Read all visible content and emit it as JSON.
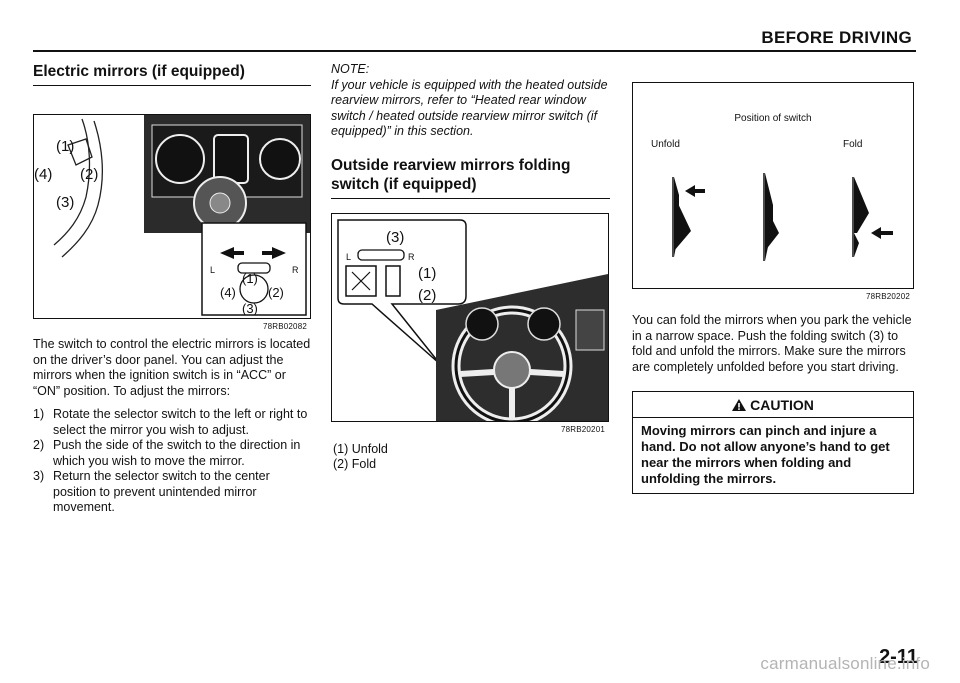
{
  "header": {
    "title": "BEFORE DRIVING"
  },
  "section1": {
    "title": "Electric mirrors (if equipped)",
    "figure": {
      "code": "78RB02082",
      "labels": [
        "(1)",
        "(2)",
        "(3)",
        "(4)"
      ],
      "switch_left": "L",
      "switch_right": "R"
    },
    "body": "The switch to control the electric mirrors is located on the driver’s door panel. You can adjust the mirrors when the ignition switch is in “ACC” or “ON” position. To adjust the mirrors:",
    "steps": [
      {
        "num": "1)",
        "text": "Rotate the selector switch to the left or right to select the mirror you wish to adjust."
      },
      {
        "num": "2)",
        "text": "Push the side of the switch to the direction in which you wish to move the mirror."
      },
      {
        "num": "3)",
        "text": "Return the selector switch to the center position to prevent unintended mirror movement."
      }
    ]
  },
  "section2": {
    "note_label": "NOTE:",
    "note_text": "If your vehicle is equipped with the heated outside rearview mirrors, refer to “Heated rear window switch / heated outside rearview mirror switch (if equipped)” in this section.",
    "title": "Outside rearview mirrors folding switch (if equipped)",
    "figure": {
      "code": "78RB20201",
      "labels": [
        "(3)",
        "(1)",
        "(2)"
      ],
      "switch_left": "L",
      "switch_right": "R"
    },
    "captions": [
      "(1) Unfold",
      "(2) Fold"
    ]
  },
  "section3": {
    "figure": {
      "code": "78RB20202",
      "title": "Position of switch",
      "label_unfold": "Unfold",
      "label_fold": "Fold"
    },
    "body": "You can fold the mirrors when you park the vehicle in a narrow space. Push the folding switch (3) to fold and unfold the mirrors. Make sure the mirrors are completely unfolded before you start driving.",
    "caution": {
      "title": "CAUTION",
      "text": "Moving mirrors can pinch and injure a hand. Do not allow anyone’s hand to get near the mirrors when folding and unfolding the mirrors."
    }
  },
  "footer": {
    "page_number": "2-11",
    "watermark": "carmanualsonline.info"
  }
}
